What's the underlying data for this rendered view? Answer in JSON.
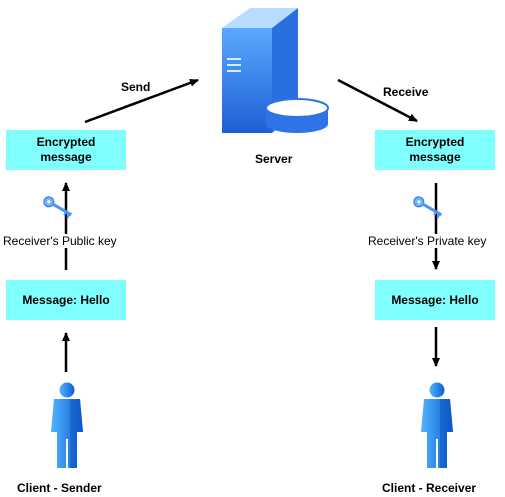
{
  "colors": {
    "box_fill": "#80ffff",
    "server_body": "#3d8bff",
    "person_body": "#1a8cff",
    "arrow": "#000000"
  },
  "icons": {
    "server": "server-icon",
    "sender": "user-icon",
    "receiver": "user-icon",
    "public_key": "key-icon",
    "private_key": "key-icon"
  },
  "nodes": {
    "server_label": "Server",
    "left_encrypted": "Encrypted message",
    "right_encrypted": "Encrypted message",
    "left_message": "Message: Hello",
    "right_message": "Message: Hello",
    "sender_label": "Client - Sender",
    "receiver_label": "Client - Receiver"
  },
  "edges": {
    "send": "Send",
    "receive": "Receive",
    "public_key": "Receiver's Public key",
    "private_key": "Receiver's Private key"
  }
}
